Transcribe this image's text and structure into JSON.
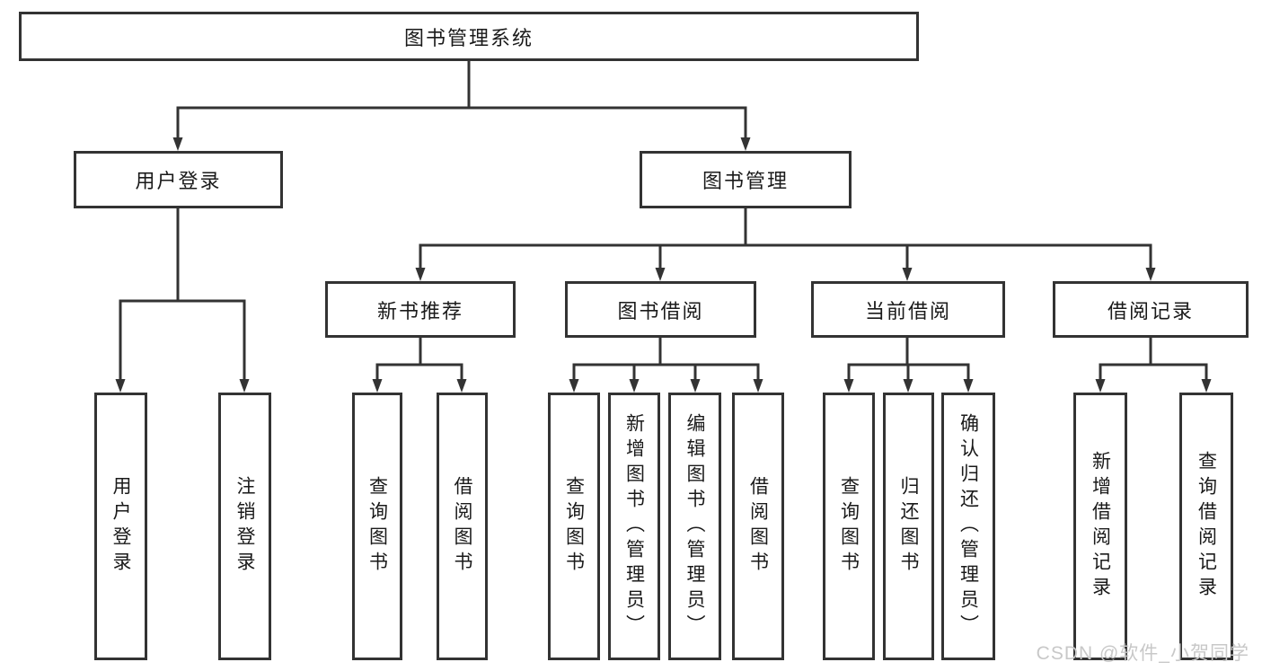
{
  "tree": {
    "label": "图书管理系统",
    "children": [
      {
        "label": "用户登录",
        "children": [
          {
            "label": "用户登录"
          },
          {
            "label": "注销登录"
          }
        ]
      },
      {
        "label": "图书管理",
        "children": [
          {
            "label": "新书推荐",
            "children": [
              {
                "label": "查询图书"
              },
              {
                "label": "借阅图书"
              }
            ]
          },
          {
            "label": "图书借阅",
            "children": [
              {
                "label": "查询图书"
              },
              {
                "label": "新增图书（管理员）"
              },
              {
                "label": "编辑图书（管理员）"
              },
              {
                "label": "借阅图书"
              }
            ]
          },
          {
            "label": "当前借阅",
            "children": [
              {
                "label": "查询图书"
              },
              {
                "label": "归还图书"
              },
              {
                "label": "确认归还（管理员）"
              }
            ]
          },
          {
            "label": "借阅记录",
            "children": [
              {
                "label": "新增借阅记录"
              },
              {
                "label": "查询借阅记录"
              }
            ]
          }
        ]
      }
    ]
  },
  "watermark": {
    "text": "CSDN @软件_小贺同学"
  },
  "colors": {
    "line": "#333333",
    "text": "#1a1a1a",
    "background": "#ffffff",
    "watermark": "#c8c8c8"
  }
}
